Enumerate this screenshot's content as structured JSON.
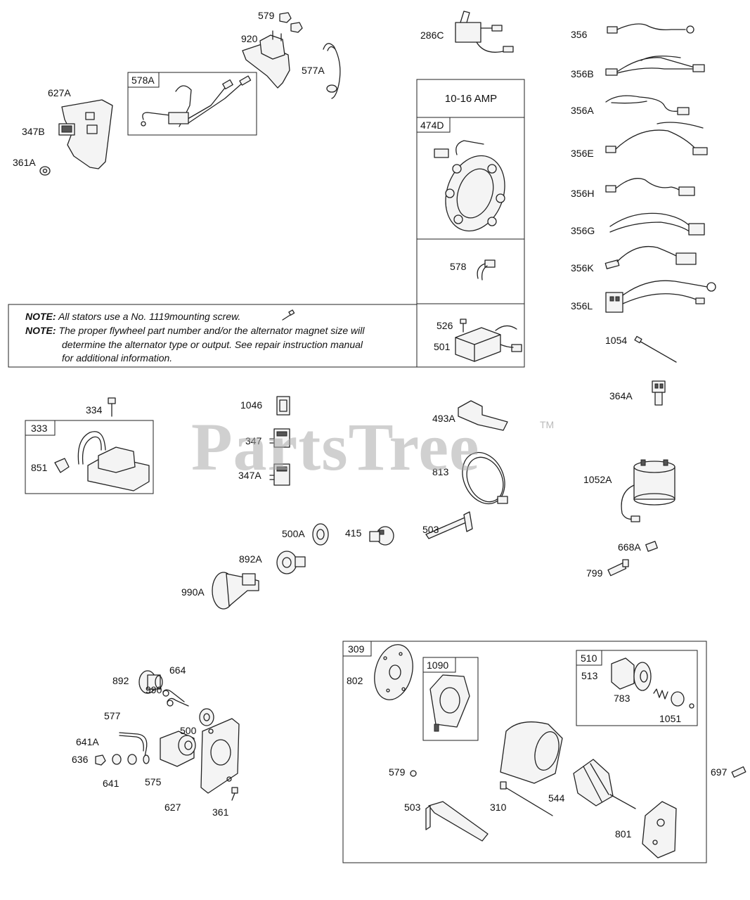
{
  "amp_label": "10-16 AMP",
  "note": {
    "line1_tag": "NOTE:",
    "line1_text": "All stators use a No. 1119mounting screw.",
    "line2_tag": "NOTE:",
    "line2_text_a": "The proper flywheel part number and/or the alternator magnet size will",
    "line2_text_b": "determine the alternator type or output. See repair instruction manual",
    "line2_text_c": "for additional information."
  },
  "watermark": "PartsTree",
  "trademark": "TM",
  "box_labels": {
    "b578A": "578A",
    "b474D": "474D",
    "b333": "333",
    "b309": "309",
    "b1090": "1090",
    "b510": "510"
  },
  "labels": {
    "l579a": "579",
    "l920": "920",
    "l577A": "577A",
    "l286C": "286C",
    "l627A": "627A",
    "l347B": "347B",
    "l361A": "361A",
    "l356": "356",
    "l356B": "356B",
    "l356A": "356A",
    "l356E": "356E",
    "l356H": "356H",
    "l356G": "356G",
    "l356K": "356K",
    "l356L": "356L",
    "l1054": "1054",
    "l364A": "364A",
    "l578": "578",
    "l526": "526",
    "l501": "501",
    "l334": "334",
    "l851": "851",
    "l1046": "1046",
    "l347": "347",
    "l347A": "347A",
    "l493A": "493A",
    "l813": "813",
    "l1052A": "1052A",
    "l500A": "500A",
    "l415": "415",
    "l503a": "503",
    "l892A": "892A",
    "l990A": "990A",
    "l668A": "668A",
    "l799": "799",
    "l892": "892",
    "l664": "664",
    "l990": "990",
    "l577": "577",
    "l500": "500",
    "l641A": "641A",
    "l636": "636",
    "l641": "641",
    "l575": "575",
    "l627": "627",
    "l361": "361",
    "l802": "802",
    "l513": "513",
    "l783": "783",
    "l1051": "1051",
    "l579b": "579",
    "l503b": "503",
    "l310": "310",
    "l544": "544",
    "l801": "801",
    "l697": "697"
  }
}
